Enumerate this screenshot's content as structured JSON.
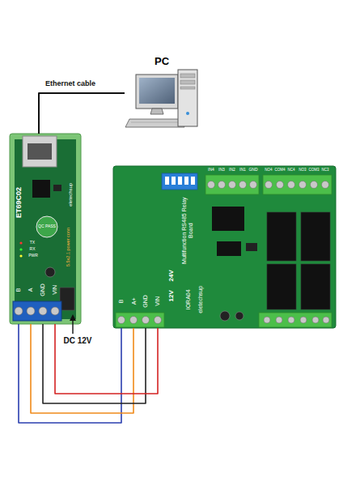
{
  "diagram": {
    "nodes": [
      {
        "text": [
          "PC"
        ]
      },
      {
        "text": [
          "ET69C02"
        ]
      },
      {
        "text": [
          "Multifunction RS485 Relay Board"
        ]
      }
    ],
    "edges": [
      {
        "from": 0,
        "to": 1,
        "label": "Ethernet cable",
        "arrow": "none"
      },
      {
        "from": 1,
        "to": 2,
        "arrow": "none"
      },
      {
        "from": 1,
        "to": 2,
        "arrow": "none"
      },
      {
        "from": 1,
        "to": 2,
        "arrow": "none"
      },
      {
        "from": 1,
        "to": 2,
        "arrow": "none"
      }
    ],
    "labels": [
      "QC PASS",
      "eletechsup",
      "5.5x2.1 power conn",
      "TX",
      "RX",
      "PWR",
      "B",
      "A",
      "GND",
      "VIN",
      "DC 12V",
      "IN4",
      "IN3",
      "IN2",
      "IN1",
      "GND",
      "NO4",
      "COM4",
      "NC4",
      "NO3",
      "COM3",
      "NC3",
      "12V",
      "24V",
      "IORA04",
      "eletechsup",
      "B",
      "A+",
      "GND",
      "VIN"
    ]
  }
}
